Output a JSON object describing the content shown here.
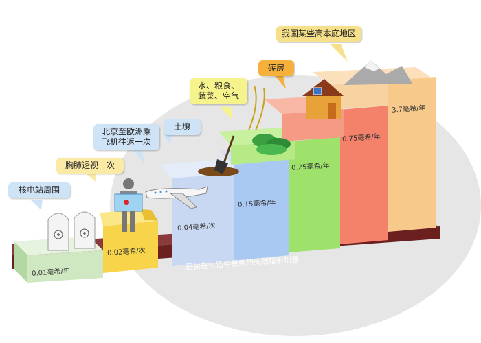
{
  "bubbles": {
    "nuclear": "核电站周围",
    "xray": "胸肺透视一次",
    "flight": "北京至欧洲乘飞机往返一次",
    "soil": "土壤",
    "water_food_air": "水、粮食、蔬菜、空气",
    "brick": "砖房",
    "high_background": "我国某些高本底地区"
  },
  "values": {
    "step1": "0.01毫希/年",
    "step2": "0.02毫希/次",
    "step3": "0.04毫希/次",
    "step4": "0.15毫希/年",
    "step5": "0.25毫希/年",
    "step6": "0.75毫希/年",
    "step7": "3.7毫希/年"
  },
  "caption": "居民在生活中受到的天然辐射剂量",
  "colors": {
    "step1": "#cfe8c2",
    "step2": "#f7d44a",
    "step3": "#c9d8f2",
    "step4": "#a9c8f2",
    "step5": "#9ee26b",
    "step6": "#f4826a",
    "step7": "#f7c98a",
    "base": "#6b1f1f"
  },
  "icons": [
    "nuclear-plant-icon",
    "xray-person-icon",
    "airplane-icon",
    "shovel-soil-icon",
    "vegetables-wheat-icon",
    "house-icon",
    "mountain-icon"
  ]
}
